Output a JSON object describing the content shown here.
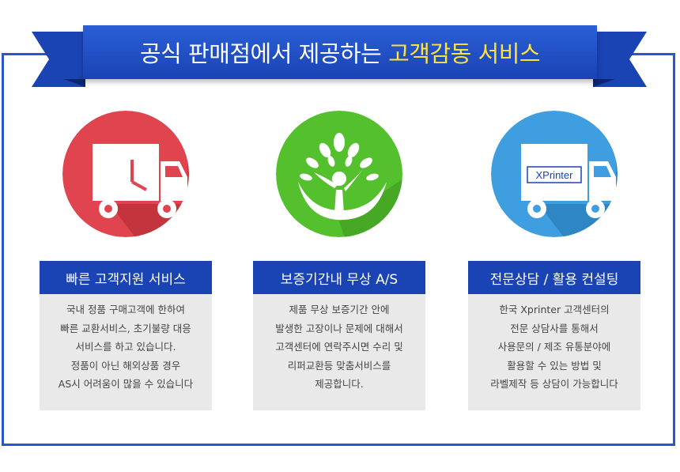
{
  "banner": {
    "title_prefix": "공식 판매점에서 제공하는 ",
    "title_highlight": "고객감동 서비스"
  },
  "colors": {
    "accent_blue": "#1a43b4",
    "highlight_yellow": "#ffe23b",
    "red_circle": "#e0444e",
    "green_circle": "#55c02e",
    "blue_circle": "#3f9ee0"
  },
  "cards": [
    {
      "icon": "clock-truck-icon",
      "title": "빠른 고객지원 서비스",
      "lines": [
        "국내 정품 구매고객에 한하여",
        "빠른 교환서비스, 초기불량 대응",
        "서비스를 하고 있습니다.",
        "정품이 아닌 해외상품 경우",
        "AS시 어려움이 많을 수 있습니다"
      ]
    },
    {
      "icon": "tree-person-icon",
      "title": "보증기간내 무상 A/S",
      "lines": [
        "제품 무상 보증기간 안에",
        "발생한 고장이나 문제에 대해서",
        "고객센터에 연락주시면 수리 및",
        "리퍼교환등  맞춤서비스를",
        "제공합니다."
      ]
    },
    {
      "icon": "xprinter-truck-icon",
      "truck_label": "XPrinter",
      "title": "전문상담 / 활용 컨설팅",
      "lines": [
        "한국 Xprinter 고객센터의",
        "전문 상담사를 통해서",
        "사용문의 / 제조 유통분야에",
        "활용할 수 있는 방법 및",
        "라벨제작 등 상담이 가능합니다"
      ]
    }
  ]
}
